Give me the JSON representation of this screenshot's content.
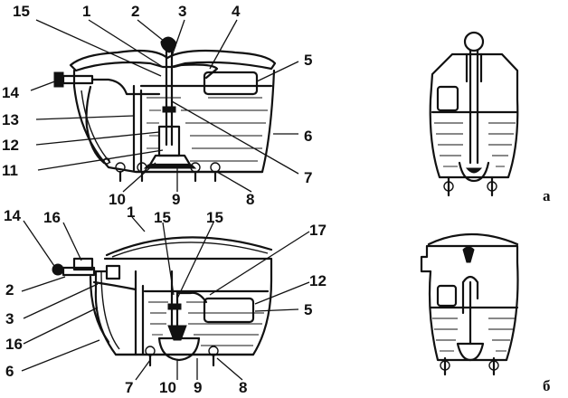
{
  "diagram": {
    "top": {
      "labels": {
        "n15": "15",
        "n1": "1",
        "n2": "2",
        "n3": "3",
        "n4": "4",
        "n5": "5",
        "n14": "14",
        "n13": "13",
        "n12": "12",
        "n11": "11",
        "n10": "10",
        "n9": "9",
        "n8": "8",
        "n7": "7",
        "n6": "6"
      }
    },
    "bottom": {
      "labels": {
        "n14": "14",
        "n16a": "16",
        "n1": "1",
        "n15a": "15",
        "n15b": "15",
        "n17": "17",
        "n12": "12",
        "n5": "5",
        "n2": "2",
        "n3": "3",
        "n16b": "16",
        "n6": "6",
        "n7": "7",
        "n10": "10",
        "n9": "9",
        "n8": "8"
      }
    },
    "views": {
      "a": "а",
      "b": "б"
    }
  }
}
